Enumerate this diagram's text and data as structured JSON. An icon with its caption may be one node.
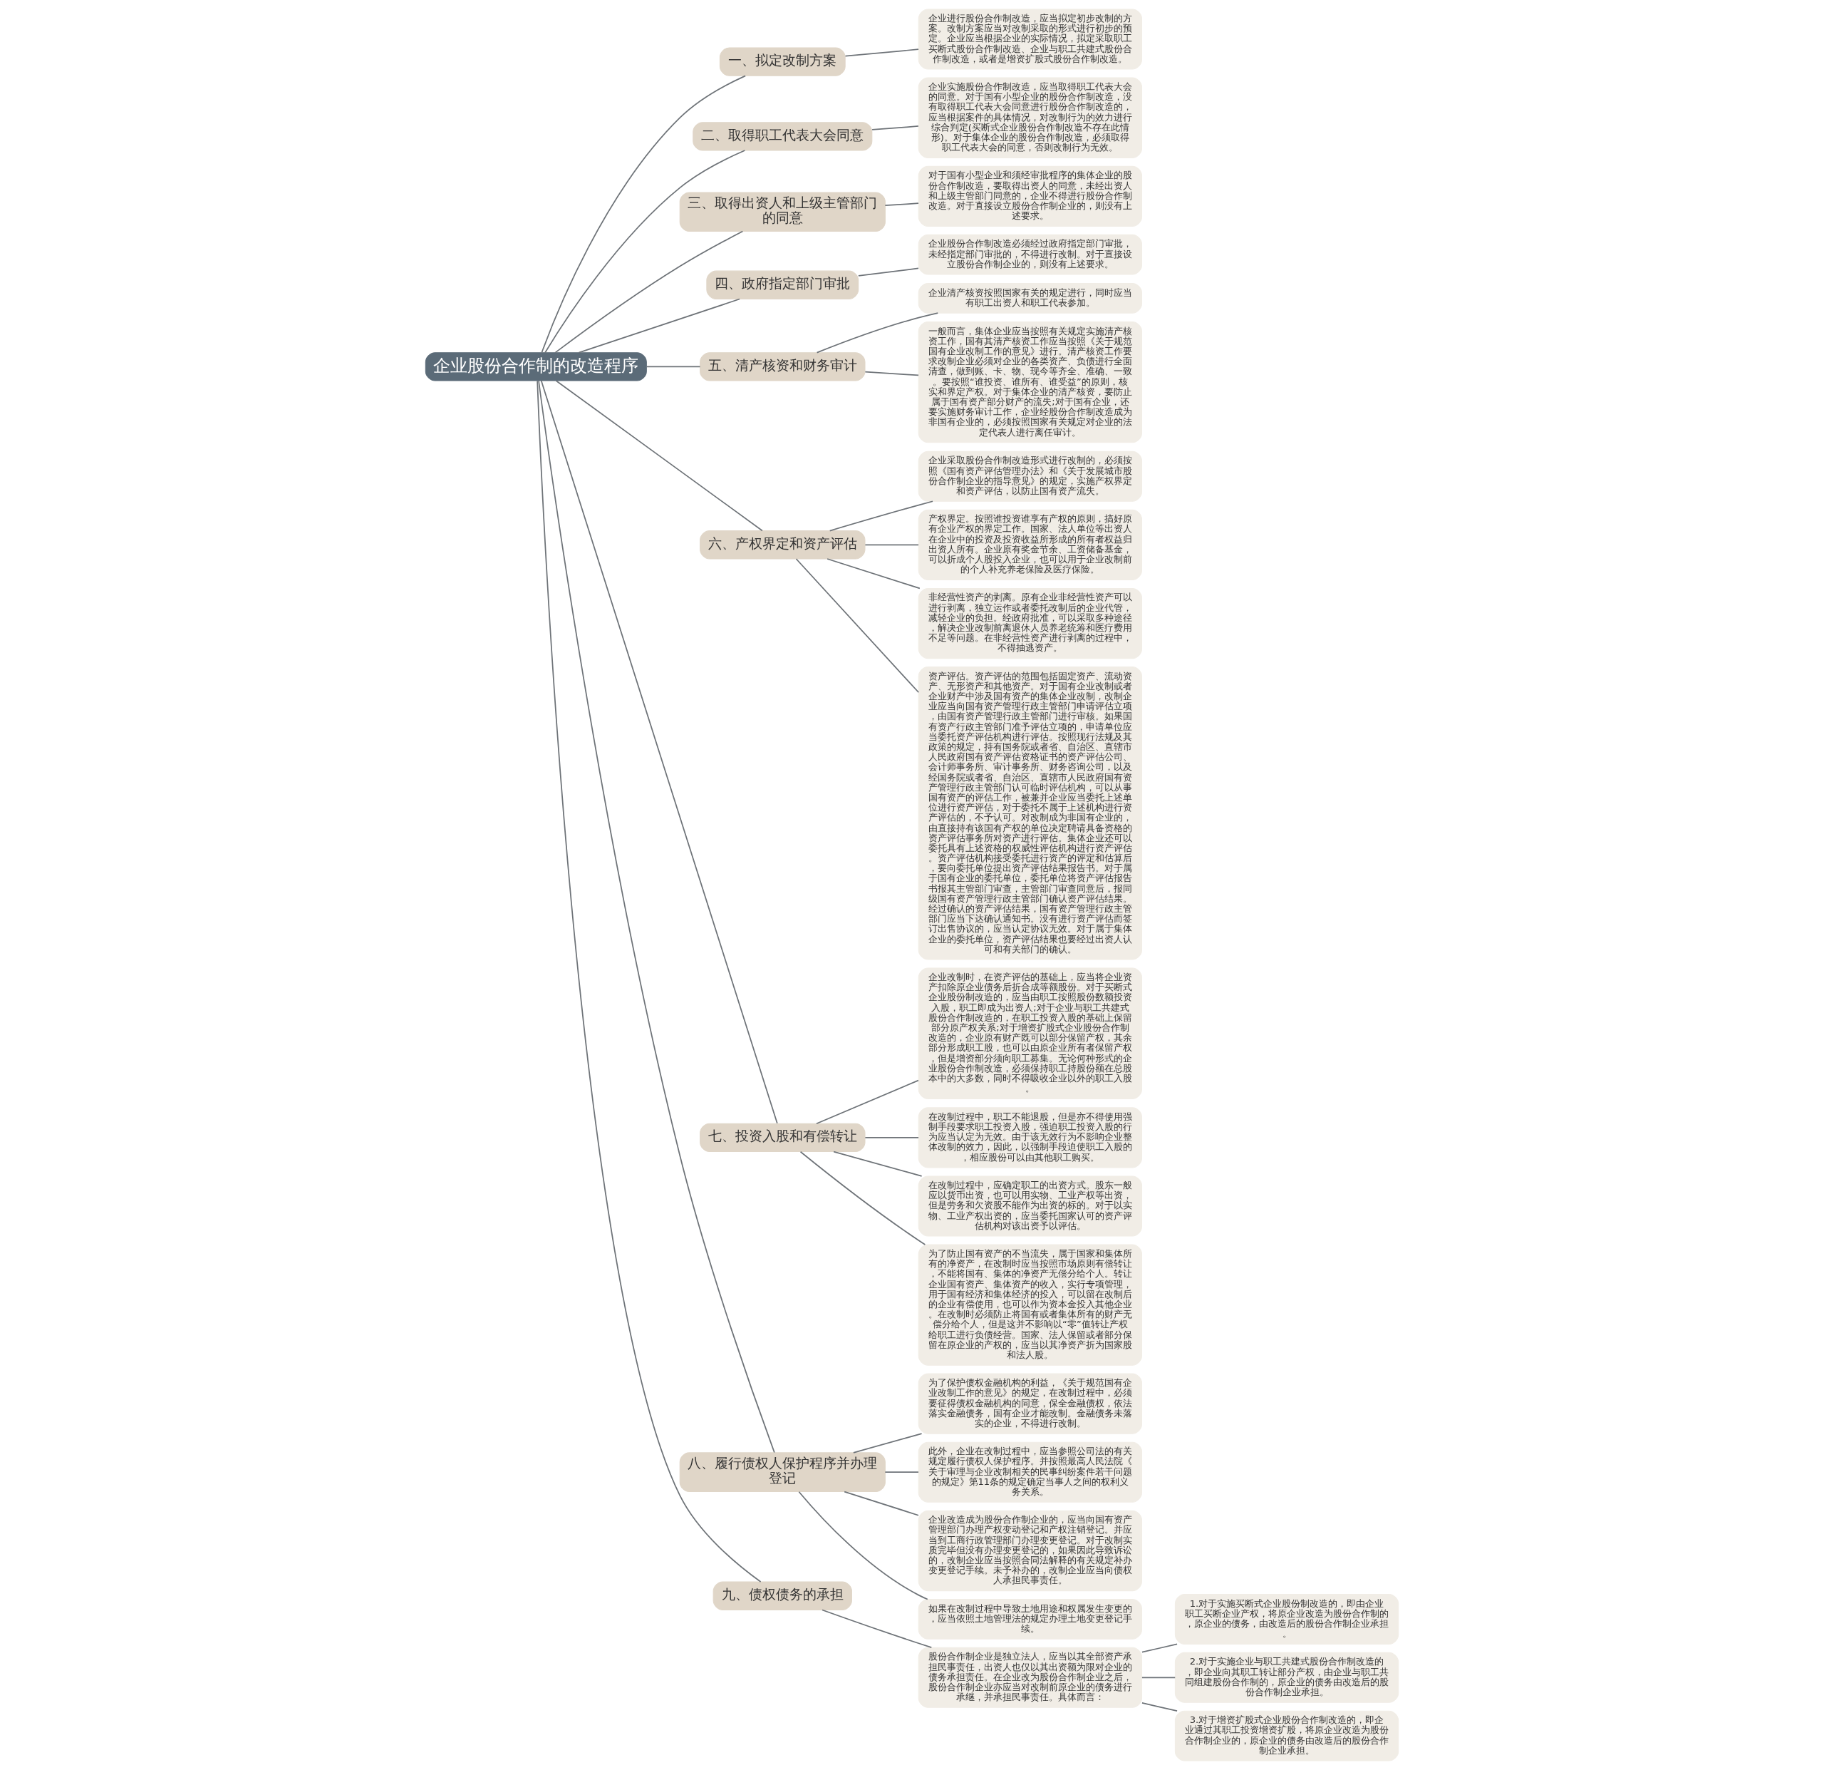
{
  "diagram": {
    "nodes": [
      {
        "text": [
          "企业股份合作制的改造程序"
        ]
      },
      {
        "text": [
          "一、拟定改制方案"
        ]
      },
      {
        "text": [
          "企业进行股份合作制改造，应当拟定初步改制的方案。改制方案应当对改制采取的形式进行初步的预定。企业应当根据企业的实际情况，拟定采取职工买断式股份合作制改造、企业与职工共建式股份合作制改造，或者是增资扩股式股份合作制改造。"
        ]
      },
      {
        "text": [
          "二、取得职工代表大会同意"
        ]
      },
      {
        "text": [
          "企业实施股份合作制改造，应当取得职工代表大会的同意。对于国有小型企业的股份合作制改造，没有取得职工代表大会同意进行股份合作制改造的，应当根据案件的具体情况，对改制行为的效力进行综合判定(买断式企业股份合作制改造不存在此情形)。对于集体企业的股份合作制改造，必须取得职工代表大会的同意，否则改制行为无效。"
        ]
      },
      {
        "text": [
          "三、取得出资人和上级主管部门的同意"
        ]
      },
      {
        "text": [
          "对于国有小型企业和须经审批程序的集体企业的股份合作制改造，要取得出资人的同意，未经出资人和上级主管部门同意的，企业不得进行股份合作制改造。对于直接设立股份合作制企业的，则没有上述要求。"
        ]
      },
      {
        "text": [
          "四、政府指定部门审批"
        ]
      },
      {
        "text": [
          "企业股份合作制改造必须经过政府指定部门审批，未经指定部门审批的，不得进行改制。对于直接设立股份合作制企业的，则没有上述要求。"
        ]
      },
      {
        "text": [
          "五、清产核资和财务审计"
        ]
      },
      {
        "text": [
          "企业清产核资按照国家有关的规定进行，同时应当有职工出资人和职工代表参加。"
        ]
      },
      {
        "text": [
          "一般而言，集体企业应当按照有关规定实施清产核资工作，国有其清产核资工作应当按照《关于规范国有企业改制工作的意见》进行。清产核资工作要求改制企业必须对企业的各类资产、负债进行全面清查，做到账、卡、物、现今等齐全、准确、一致。要按照“谁投资、谁所有、谁受益”的原则，核实和界定产权。对于集体企业的清产核资，要防止属于国有资产部分财产的流失;对于国有企业，还要实施财务审计工作，企业经股份合作制改造成为非国有企业的，必须按照国家有关规定对企业的法定代表人进行离任审计。"
        ]
      },
      {
        "text": [
          "六、产权界定和资产评估"
        ]
      },
      {
        "text": [
          "企业采取股份合作制改造形式进行改制的，必须按照《国有资产评估管理办法》和《关于发展城市股份合作制企业的指导意见》的规定，实施产权界定和资产评估，以防止国有资产流失。"
        ]
      },
      {
        "text": [
          "产权界定。按照谁投资谁享有产权的原则，搞好原有企业产权的界定工作。国家、法人单位等出资人在企业中的投资及投资收益所形成的所有者权益归出资人所有。企业原有奖金节余、工资储备基金，可以折成个人股投入企业，也可以用于企业改制前的个人补充养老保险及医疗保险。"
        ]
      },
      {
        "text": [
          "非经营性资产的剥离。原有企业非经营性资产可以进行剥离，独立运作或者委托改制后的企业代管，减轻企业的负担。经政府批准，可以采取多种途径，解决企业改制前离退休人员养老统筹和医疗费用不足等问题。在非经营性资产进行剥离的过程中，不得抽逃资产。"
        ]
      },
      {
        "text": [
          "资产评估。资产评估的范围包括固定资产、流动资产、无形资产和其他资产。对于国有企业改制或者企业财产中涉及国有资产的集体企业改制，改制企业应当向国有资产管理行政主管部门申请评估立项，由国有资产管理行政主管部门进行审核。如果国有资产行政主管部门准予评估立项的，申请单位应当委托资产评估机构进行评估。按照现行法规及其政策的规定，持有国务院或者省、自治区、直辖市人民政府国有资产评估资格证书的资产评估公司、会计师事务所、审计事务所、财务咨询公司，以及经国务院或者省、自治区、直辖市人民政府国有资产管理行政主管部门认可临时评估机构，可以从事国有资产的评估工作，被兼并企业应当委托上述单位进行资产评估，对于委托不属于上述机构进行资产评估的，不予认可。对改制成为非国有企业的，由直接持有该国有产权的单位决定聘请具备资格的资产评估事务所对资产进行评估。集体企业还可以委托具有上述资格的权威性评估机构进行资产评估。资产评估机构接受委托进行资产的评定和估算后，要向委托单位提出资产评估结果报告书。对于属于国有企业的委托单位，委托单位将资产评估报告书报其主管部门审查，主管部门审查同意后，报同级国有资产管理行政主管部门确认资产评估结果。经过确认的资产评估结果，国有资产管理行政主管部门应当下达确认通知书。没有进行资产评估而签订出售协议的，应当认定协议无效。对于属于集体企业的委托单位，资产评估结果也要经过出资人认可和有关部门的确认。"
        ]
      },
      {
        "text": [
          "七、投资入股和有偿转让"
        ]
      },
      {
        "text": [
          "企业改制时，在资产评估的基础上，应当将企业资产扣除原企业债务后折合成等额股份。对于买断式企业股份制改造的，应当由职工按照股份数额投资入股，职工即成为出资人;对于企业与职工共建式股份合作制改造的，在职工投资入股的基础上保留部分原产权关系;对于增资扩股式企业股份合作制改造的，企业原有财产既可以部分保留产权，其余部分形成职工股，也可以由原企业所有者保留产权，但是增资部分须向职工募集。无论何种形式的企业股份合作制改造，必须保持职工持股份额在总股本中的大多数，同时不得吸收企业以外的职工入股。"
        ]
      },
      {
        "text": [
          "在改制过程中，职工不能退股，但是亦不得使用强制手段要求职工投资入股，强迫职工投资入股的行为应当认定为无效。由于该无效行为不影响企业整体改制的效力，因此，以强制手段迫使职工入股的，相应股份可以由其他职工购买。"
        ]
      },
      {
        "text": [
          "在改制过程中，应确定职工的出资方式。股东一般应以货币出资，也可以用实物、工业产权等出资，但是劳务和欠资股不能作为出资的标的。对于以实物、工业产权出资的，应当委托国家认可的资产评估机构对该出资予以评估。"
        ]
      },
      {
        "text": [
          "为了防止国有资产的不当流失，属于国家和集体所有的净资产，在改制时应当按照市场原则有偿转让，不能将国有、集体的净资产无偿分给个人。转让企业国有资产、集体资产的收入，实行专项管理，用于国有经济和集体经济的投入，可以留在改制后的企业有偿使用，也可以作为资本金投入其他企业。在改制时必须防止将国有或者集体所有的财产无偿分给个人，但是这并不影响以“零”值转让产权给职工进行负债经营。国家、法人保留或者部分保留在原企业的产权的，应当以其净资产折为国家股和法人股。"
        ]
      },
      {
        "text": [
          "八、履行债权人保护程序并办理登记"
        ]
      },
      {
        "text": [
          "为了保护债权金融机构的利益，《关于规范国有企业改制工作的意见》的规定，在改制过程中，必须要征得债权金融机构的同意，保全金融债权，依法落实金融债务，国有企业才能改制。金融债务未落实的企业，不得进行改制。"
        ]
      },
      {
        "text": [
          "此外，企业在改制过程中，应当参照公司法的有关规定履行债权人保护程序。并按照最高人民法院《关于审理与企业改制相关的民事纠纷案件若干问题的规定》第11条的规定确定当事人之间的权利义务关系。"
        ]
      },
      {
        "text": [
          "企业改造成为股份合作制企业的，应当向国有资产管理部门办理产权变动登记和产权注销登记。并应当到工商行政管理部门办理变更登记。对于改制实质完毕但没有办理变更登记的，如果因此导致诉讼的，改制企业应当按照合同法解释的有关规定补办变更登记手续。未予补办的，改制企业应当向债权人承担民事责任。"
        ]
      },
      {
        "text": [
          "如果在改制过程中导致土地用途和权属发生变更的，应当依照土地管理法的规定办理土地变更登记手续。"
        ]
      },
      {
        "text": [
          "九、债权债务的承担"
        ]
      },
      {
        "text": [
          "股份合作制企业是独立法人，应当以其全部资产承担民事责任，出资人也仅以其出资额为限对企业的债务承担责任。在企业改为股份合作制企业之后，股份合作制企业亦应当对改制前原企业的债务进行承继，并承担民事责任。具体而言："
        ]
      },
      {
        "text": [
          "1.对于实施买断式企业股份制改造的，即由企业职工买断企业产权，将原企业改造为股份合作制的，原企业的债务，由改造后的股份合作制企业承担。"
        ]
      },
      {
        "text": [
          "2.对于实施企业与职工共建式股份合作制改造的，即企业向其职工转让部分产权，由企业与职工共同组建股份合作制的，原企业的债务由改造后的股份合作制企业承担。"
        ]
      },
      {
        "text": [
          "3.对于增资扩股式企业股份合作制改造的，即企业通过其职工投资增资扩股，将原企业改造为股份合作制企业的，原企业的债务由改造后的股份合作制企业承担。"
        ]
      }
    ],
    "edges": [
      {
        "from": 0,
        "to": 1,
        "arrow": "none"
      },
      {
        "from": 1,
        "to": 2,
        "arrow": "none"
      },
      {
        "from": 0,
        "to": 3,
        "arrow": "none"
      },
      {
        "from": 3,
        "to": 4,
        "arrow": "none"
      },
      {
        "from": 0,
        "to": 5,
        "arrow": "none"
      },
      {
        "from": 5,
        "to": 6,
        "arrow": "none"
      },
      {
        "from": 0,
        "to": 7,
        "arrow": "none"
      },
      {
        "from": 7,
        "to": 8,
        "arrow": "none"
      },
      {
        "from": 0,
        "to": 9,
        "arrow": "none"
      },
      {
        "from": 9,
        "to": 10,
        "arrow": "none"
      },
      {
        "from": 9,
        "to": 11,
        "arrow": "none"
      },
      {
        "from": 0,
        "to": 12,
        "arrow": "none"
      },
      {
        "from": 12,
        "to": 13,
        "arrow": "none"
      },
      {
        "from": 12,
        "to": 14,
        "arrow": "none"
      },
      {
        "from": 12,
        "to": 15,
        "arrow": "none"
      },
      {
        "from": 12,
        "to": 16,
        "arrow": "none"
      },
      {
        "from": 0,
        "to": 17,
        "arrow": "none"
      },
      {
        "from": 17,
        "to": 18,
        "arrow": "none"
      },
      {
        "from": 17,
        "to": 19,
        "arrow": "none"
      },
      {
        "from": 17,
        "to": 20,
        "arrow": "none"
      },
      {
        "from": 17,
        "to": 21,
        "arrow": "none"
      },
      {
        "from": 0,
        "to": 22,
        "arrow": "none"
      },
      {
        "from": 22,
        "to": 23,
        "arrow": "none"
      },
      {
        "from": 22,
        "to": 24,
        "arrow": "none"
      },
      {
        "from": 22,
        "to": 25,
        "arrow": "none"
      },
      {
        "from": 22,
        "to": 26,
        "arrow": "none"
      },
      {
        "from": 0,
        "to": 27,
        "arrow": "none"
      },
      {
        "from": 27,
        "to": 28,
        "arrow": "none"
      },
      {
        "from": 28,
        "to": 29,
        "arrow": "none"
      },
      {
        "from": 28,
        "to": 30,
        "arrow": "none"
      },
      {
        "from": 28,
        "to": 31,
        "arrow": "none"
      }
    ]
  }
}
